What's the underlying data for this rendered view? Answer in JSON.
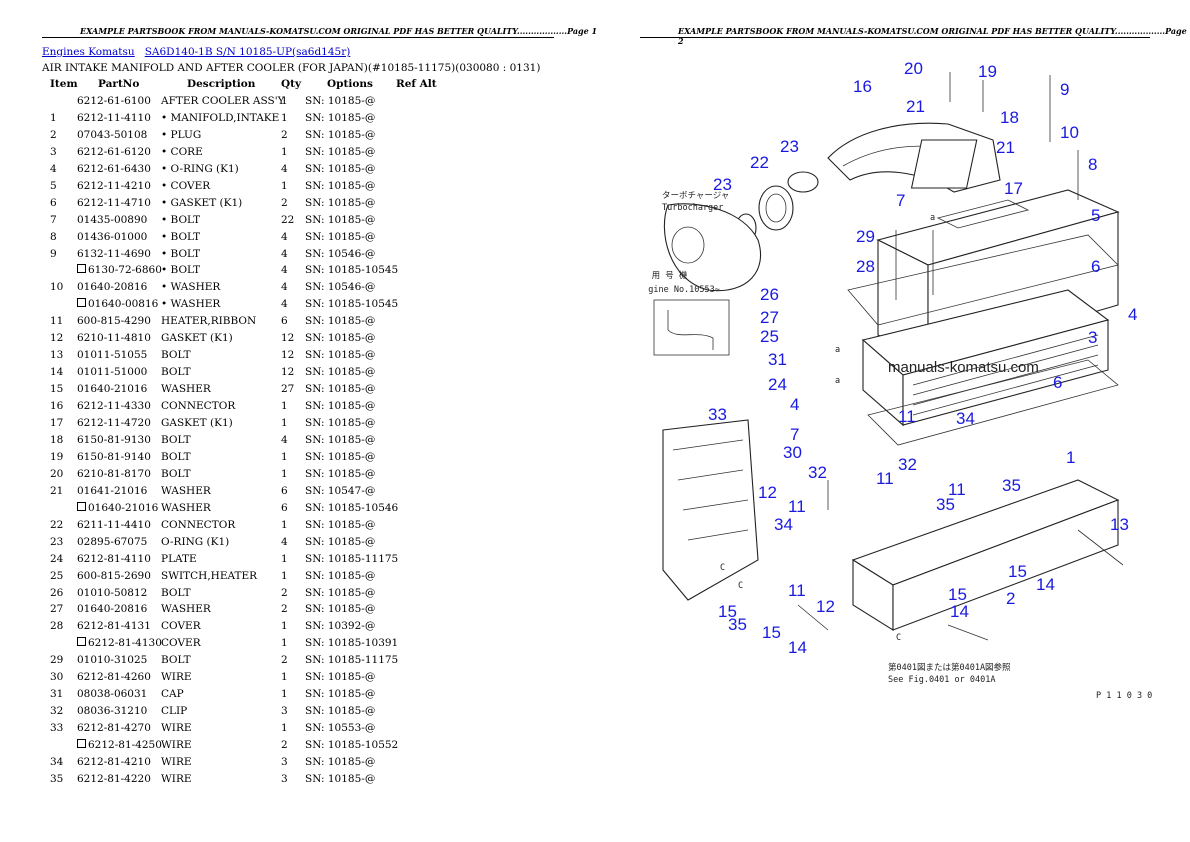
{
  "header": {
    "left": "EXAMPLE PARTSBOOK FROM MANUALS-KOMATSU.COM ORIGINAL PDF HAS BETTER QUALITY..................Page 1",
    "right": "EXAMPLE PARTSBOOK FROM MANUALS-KOMATSU.COM ORIGINAL PDF HAS BETTER QUALITY..................Page 2"
  },
  "breadcrumb": {
    "link1": "Engines Komatsu",
    "link2": "SA6D140-1B S/N 10185-UP(sa6d145r)"
  },
  "subtitle": "AIR INTAKE MANIFOLD AND AFTER COOLER (FOR JAPAN)(#10185-11175)(030080 : 0131)",
  "columns": {
    "item": "Item",
    "partno": "PartNo",
    "description": "Description",
    "qty": "Qty",
    "options": "Options",
    "refalt": "Ref Alt"
  },
  "rows": [
    {
      "item": "",
      "partno": "6212-61-6100",
      "alt": false,
      "desc": "AFTER COOLER ASS'Y",
      "qty": "1",
      "opt": "SN: 10185-@"
    },
    {
      "item": "1",
      "partno": "6212-11-4110",
      "alt": false,
      "desc": "• MANIFOLD,INTAKE",
      "qty": "1",
      "opt": "SN: 10185-@"
    },
    {
      "item": "2",
      "partno": "07043-50108",
      "alt": false,
      "desc": "• PLUG",
      "qty": "2",
      "opt": "SN: 10185-@"
    },
    {
      "item": "3",
      "partno": "6212-61-6120",
      "alt": false,
      "desc": "• CORE",
      "qty": "1",
      "opt": "SN: 10185-@"
    },
    {
      "item": "4",
      "partno": "6212-61-6430",
      "alt": false,
      "desc": "• O-RING (K1)",
      "qty": "4",
      "opt": "SN: 10185-@"
    },
    {
      "item": "5",
      "partno": "6212-11-4210",
      "alt": false,
      "desc": "• COVER",
      "qty": "1",
      "opt": "SN: 10185-@"
    },
    {
      "item": "6",
      "partno": "6212-11-4710",
      "alt": false,
      "desc": "• GASKET (K1)",
      "qty": "2",
      "opt": "SN: 10185-@"
    },
    {
      "item": "7",
      "partno": "01435-00890",
      "alt": false,
      "desc": "• BOLT",
      "qty": "22",
      "opt": "SN: 10185-@"
    },
    {
      "item": "8",
      "partno": "01436-01000",
      "alt": false,
      "desc": "• BOLT",
      "qty": "4",
      "opt": "SN: 10185-@"
    },
    {
      "item": "9",
      "partno": "6132-11-4690",
      "alt": false,
      "desc": "• BOLT",
      "qty": "4",
      "opt": "SN: 10546-@"
    },
    {
      "item": "",
      "partno": "6130-72-6860",
      "alt": true,
      "desc": "• BOLT",
      "qty": "4",
      "opt": "SN: 10185-10545"
    },
    {
      "item": "10",
      "partno": "01640-20816",
      "alt": false,
      "desc": "• WASHER",
      "qty": "4",
      "opt": "SN: 10546-@"
    },
    {
      "item": "",
      "partno": "01640-00816",
      "alt": true,
      "desc": "• WASHER",
      "qty": "4",
      "opt": "SN: 10185-10545"
    },
    {
      "item": "11",
      "partno": "600-815-4290",
      "alt": false,
      "desc": "HEATER,RIBBON",
      "qty": "6",
      "opt": "SN: 10185-@"
    },
    {
      "item": "12",
      "partno": "6210-11-4810",
      "alt": false,
      "desc": "GASKET (K1)",
      "qty": "12",
      "opt": "SN: 10185-@"
    },
    {
      "item": "13",
      "partno": "01011-51055",
      "alt": false,
      "desc": "BOLT",
      "qty": "12",
      "opt": "SN: 10185-@"
    },
    {
      "item": "14",
      "partno": "01011-51000",
      "alt": false,
      "desc": "BOLT",
      "qty": "12",
      "opt": "SN: 10185-@"
    },
    {
      "item": "15",
      "partno": "01640-21016",
      "alt": false,
      "desc": "WASHER",
      "qty": "27",
      "opt": "SN: 10185-@"
    },
    {
      "item": "16",
      "partno": "6212-11-4330",
      "alt": false,
      "desc": "CONNECTOR",
      "qty": "1",
      "opt": "SN: 10185-@"
    },
    {
      "item": "17",
      "partno": "6212-11-4720",
      "alt": false,
      "desc": "GASKET (K1)",
      "qty": "1",
      "opt": "SN: 10185-@"
    },
    {
      "item": "18",
      "partno": "6150-81-9130",
      "alt": false,
      "desc": "BOLT",
      "qty": "4",
      "opt": "SN: 10185-@"
    },
    {
      "item": "19",
      "partno": "6150-81-9140",
      "alt": false,
      "desc": "BOLT",
      "qty": "1",
      "opt": "SN: 10185-@"
    },
    {
      "item": "20",
      "partno": "6210-81-8170",
      "alt": false,
      "desc": "BOLT",
      "qty": "1",
      "opt": "SN: 10185-@"
    },
    {
      "item": "21",
      "partno": "01641-21016",
      "alt": false,
      "desc": "WASHER",
      "qty": "6",
      "opt": "SN: 10547-@"
    },
    {
      "item": "",
      "partno": "01640-21016",
      "alt": true,
      "desc": "WASHER",
      "qty": "6",
      "opt": "SN: 10185-10546"
    },
    {
      "item": "22",
      "partno": "6211-11-4410",
      "alt": false,
      "desc": "CONNECTOR",
      "qty": "1",
      "opt": "SN: 10185-@"
    },
    {
      "item": "23",
      "partno": "02895-67075",
      "alt": false,
      "desc": "O-RING (K1)",
      "qty": "4",
      "opt": "SN: 10185-@"
    },
    {
      "item": "24",
      "partno": "6212-81-4110",
      "alt": false,
      "desc": "PLATE",
      "qty": "1",
      "opt": "SN: 10185-11175"
    },
    {
      "item": "25",
      "partno": "600-815-2690",
      "alt": false,
      "desc": "SWITCH,HEATER",
      "qty": "1",
      "opt": "SN: 10185-@"
    },
    {
      "item": "26",
      "partno": "01010-50812",
      "alt": false,
      "desc": "BOLT",
      "qty": "2",
      "opt": "SN: 10185-@"
    },
    {
      "item": "27",
      "partno": "01640-20816",
      "alt": false,
      "desc": "WASHER",
      "qty": "2",
      "opt": "SN: 10185-@"
    },
    {
      "item": "28",
      "partno": "6212-81-4131",
      "alt": false,
      "desc": "COVER",
      "qty": "1",
      "opt": "SN: 10392-@"
    },
    {
      "item": "",
      "partno": "6212-81-4130",
      "alt": true,
      "desc": "COVER",
      "qty": "1",
      "opt": "SN: 10185-10391"
    },
    {
      "item": "29",
      "partno": "01010-31025",
      "alt": false,
      "desc": "BOLT",
      "qty": "2",
      "opt": "SN: 10185-11175"
    },
    {
      "item": "30",
      "partno": "6212-81-4260",
      "alt": false,
      "desc": "WIRE",
      "qty": "1",
      "opt": "SN: 10185-@"
    },
    {
      "item": "31",
      "partno": "08038-06031",
      "alt": false,
      "desc": "CAP",
      "qty": "1",
      "opt": "SN: 10185-@"
    },
    {
      "item": "32",
      "partno": "08036-31210",
      "alt": false,
      "desc": "CLIP",
      "qty": "3",
      "opt": "SN: 10185-@"
    },
    {
      "item": "33",
      "partno": "6212-81-4270",
      "alt": false,
      "desc": "WIRE",
      "qty": "1",
      "opt": "SN: 10553-@"
    },
    {
      "item": "",
      "partno": "6212-81-4250",
      "alt": true,
      "desc": "WIRE",
      "qty": "2",
      "opt": "SN: 10185-10552"
    },
    {
      "item": "34",
      "partno": "6212-81-4210",
      "alt": false,
      "desc": "WIRE",
      "qty": "3",
      "opt": "SN: 10185-@"
    },
    {
      "item": "35",
      "partno": "6212-81-4220",
      "alt": false,
      "desc": "WIRE",
      "qty": "3",
      "opt": "SN: 10185-@"
    }
  ],
  "diagram": {
    "callouts": [
      "20",
      "19",
      "16",
      "21",
      "18",
      "21",
      "9",
      "10",
      "8",
      "23",
      "22",
      "23",
      "17",
      "5",
      "7",
      "29",
      "28",
      "6",
      "26",
      "27",
      "25",
      "3",
      "4",
      "31",
      "24",
      "6",
      "33",
      "4",
      "7",
      "30",
      "32",
      "34",
      "11",
      "11",
      "35",
      "1",
      "32",
      "11",
      "35",
      "12",
      "11",
      "34",
      "13",
      "15",
      "14",
      "2",
      "15",
      "14",
      "15",
      "11",
      "12",
      "35",
      "15",
      "14"
    ],
    "jp_engine_label": "採 用 号 機",
    "engine_no": "Engine No.10553~",
    "turbo_jp": "ターボチャージャ",
    "turbo_en": "Turbocharger",
    "watermark": "manuals-komatsu.com",
    "see_fig_jp": "第0401図または第0401A図参照",
    "see_fig_en": "See Fig.0401 or 0401A",
    "fig_code": "P 1 1 0 3 0 6",
    "letters": [
      "a",
      "a",
      "a",
      "C",
      "C",
      "C"
    ]
  }
}
